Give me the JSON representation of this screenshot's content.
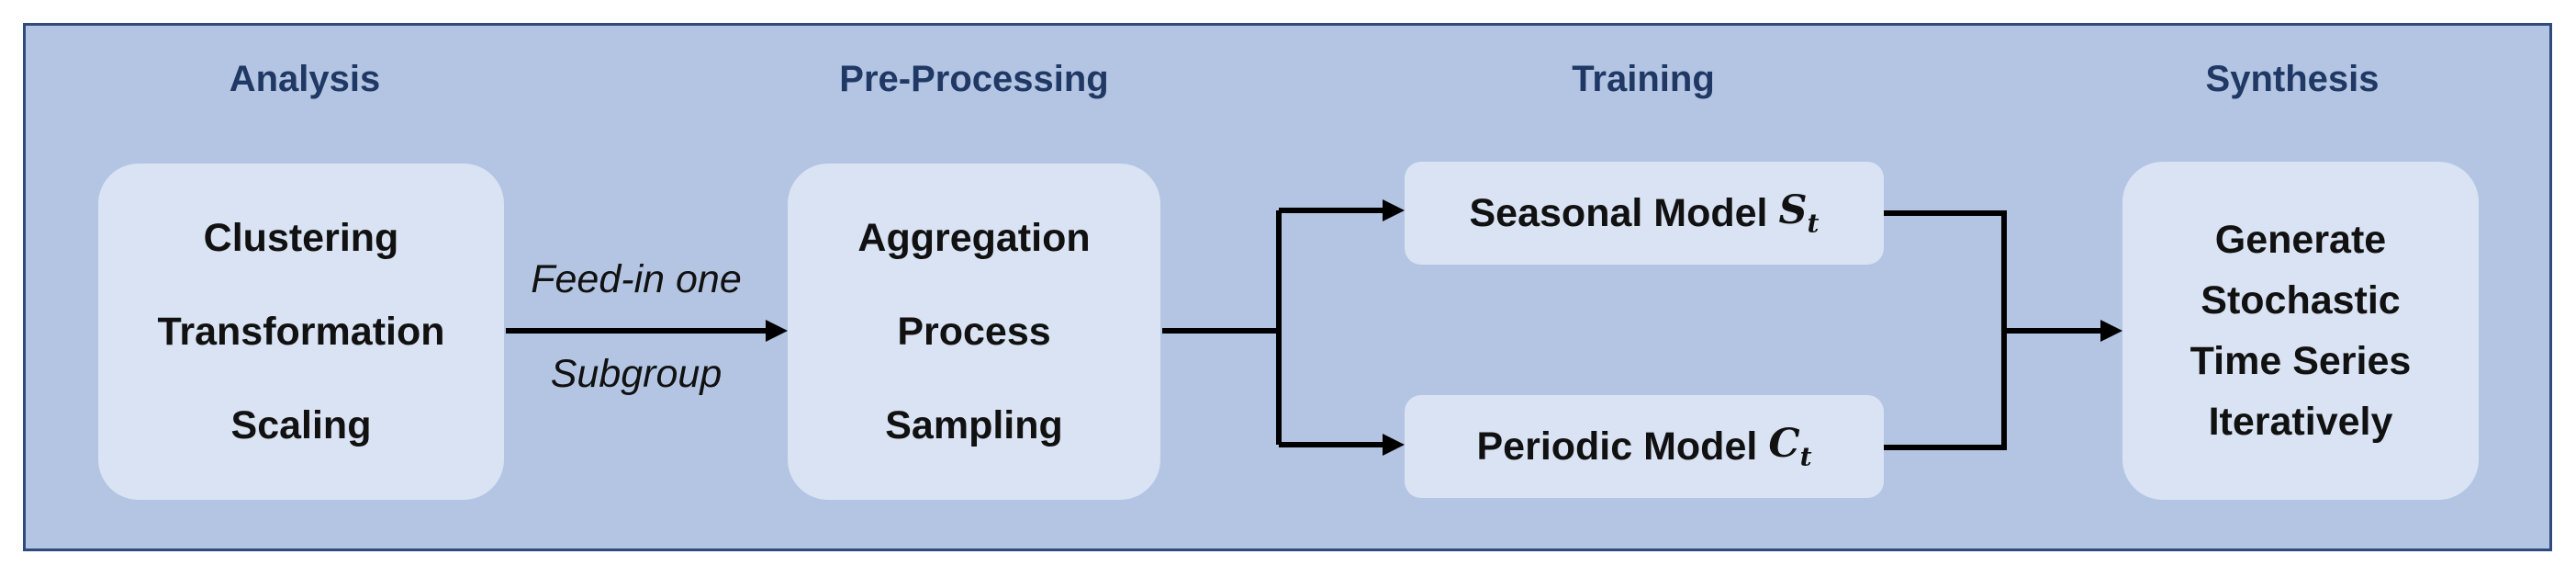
{
  "stages": {
    "analysis": "Analysis",
    "preprocessing": "Pre-Processing",
    "training": "Training",
    "synthesis": "Synthesis"
  },
  "analysis_box": {
    "lines": [
      "Clustering",
      "Transformation",
      "Scaling"
    ]
  },
  "feed_label": {
    "line1": "Feed-in one",
    "line2": "Subgroup"
  },
  "preprocessing_box": {
    "lines": [
      "Aggregation",
      "Process",
      "Sampling"
    ]
  },
  "training": {
    "seasonal": {
      "label": "Seasonal Model",
      "symbol": "S",
      "subscript": "t"
    },
    "periodic": {
      "label": "Periodic Model",
      "symbol": "C",
      "subscript": "t"
    }
  },
  "synthesis_box": {
    "lines": [
      "Generate",
      "Stochastic",
      "Time Series",
      "Iteratively"
    ]
  },
  "colors": {
    "background_panel": "#b3c5e3",
    "border": "#2f4a7c",
    "box_fill": "#dae3f3",
    "heading": "#203864",
    "arrow": "#000000"
  }
}
